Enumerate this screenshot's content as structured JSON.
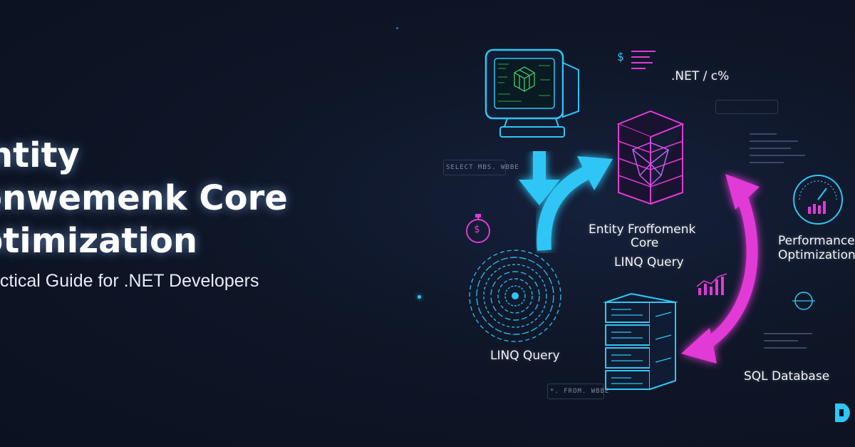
{
  "headline": {
    "line1": "ntity",
    "line2": "onwemenk Core",
    "line3": "ptimization"
  },
  "subtitle": "actical Guide for .NET Developers",
  "labels": {
    "dotnet": ".NET / c%",
    "ef_core_line1": "Entity Froffomenk",
    "ef_core_line2": "Core",
    "linq_center": "LINQ Query",
    "linq_bottom": "LINQ Query",
    "perf_line1": "Performance",
    "perf_line2": "Optimization",
    "sql": "SQL Database"
  },
  "snippets": {
    "select": "SELECT MBS.  WBBE",
    "from": "*. FROM. WBBE",
    "dollar_top": "$",
    "dollar_clock": "$"
  },
  "colors": {
    "cyan": "#2fc6f5",
    "magenta": "#e23ad7",
    "green": "#3fdc68",
    "purple": "#8a5cf6"
  },
  "icons": [
    "retro-monitor-icon",
    "cube-stack-icon",
    "stopwatch-icon",
    "spiral-icon",
    "server-stack-icon",
    "gauge-icon",
    "bar-chart-icon",
    "logo-icon"
  ]
}
